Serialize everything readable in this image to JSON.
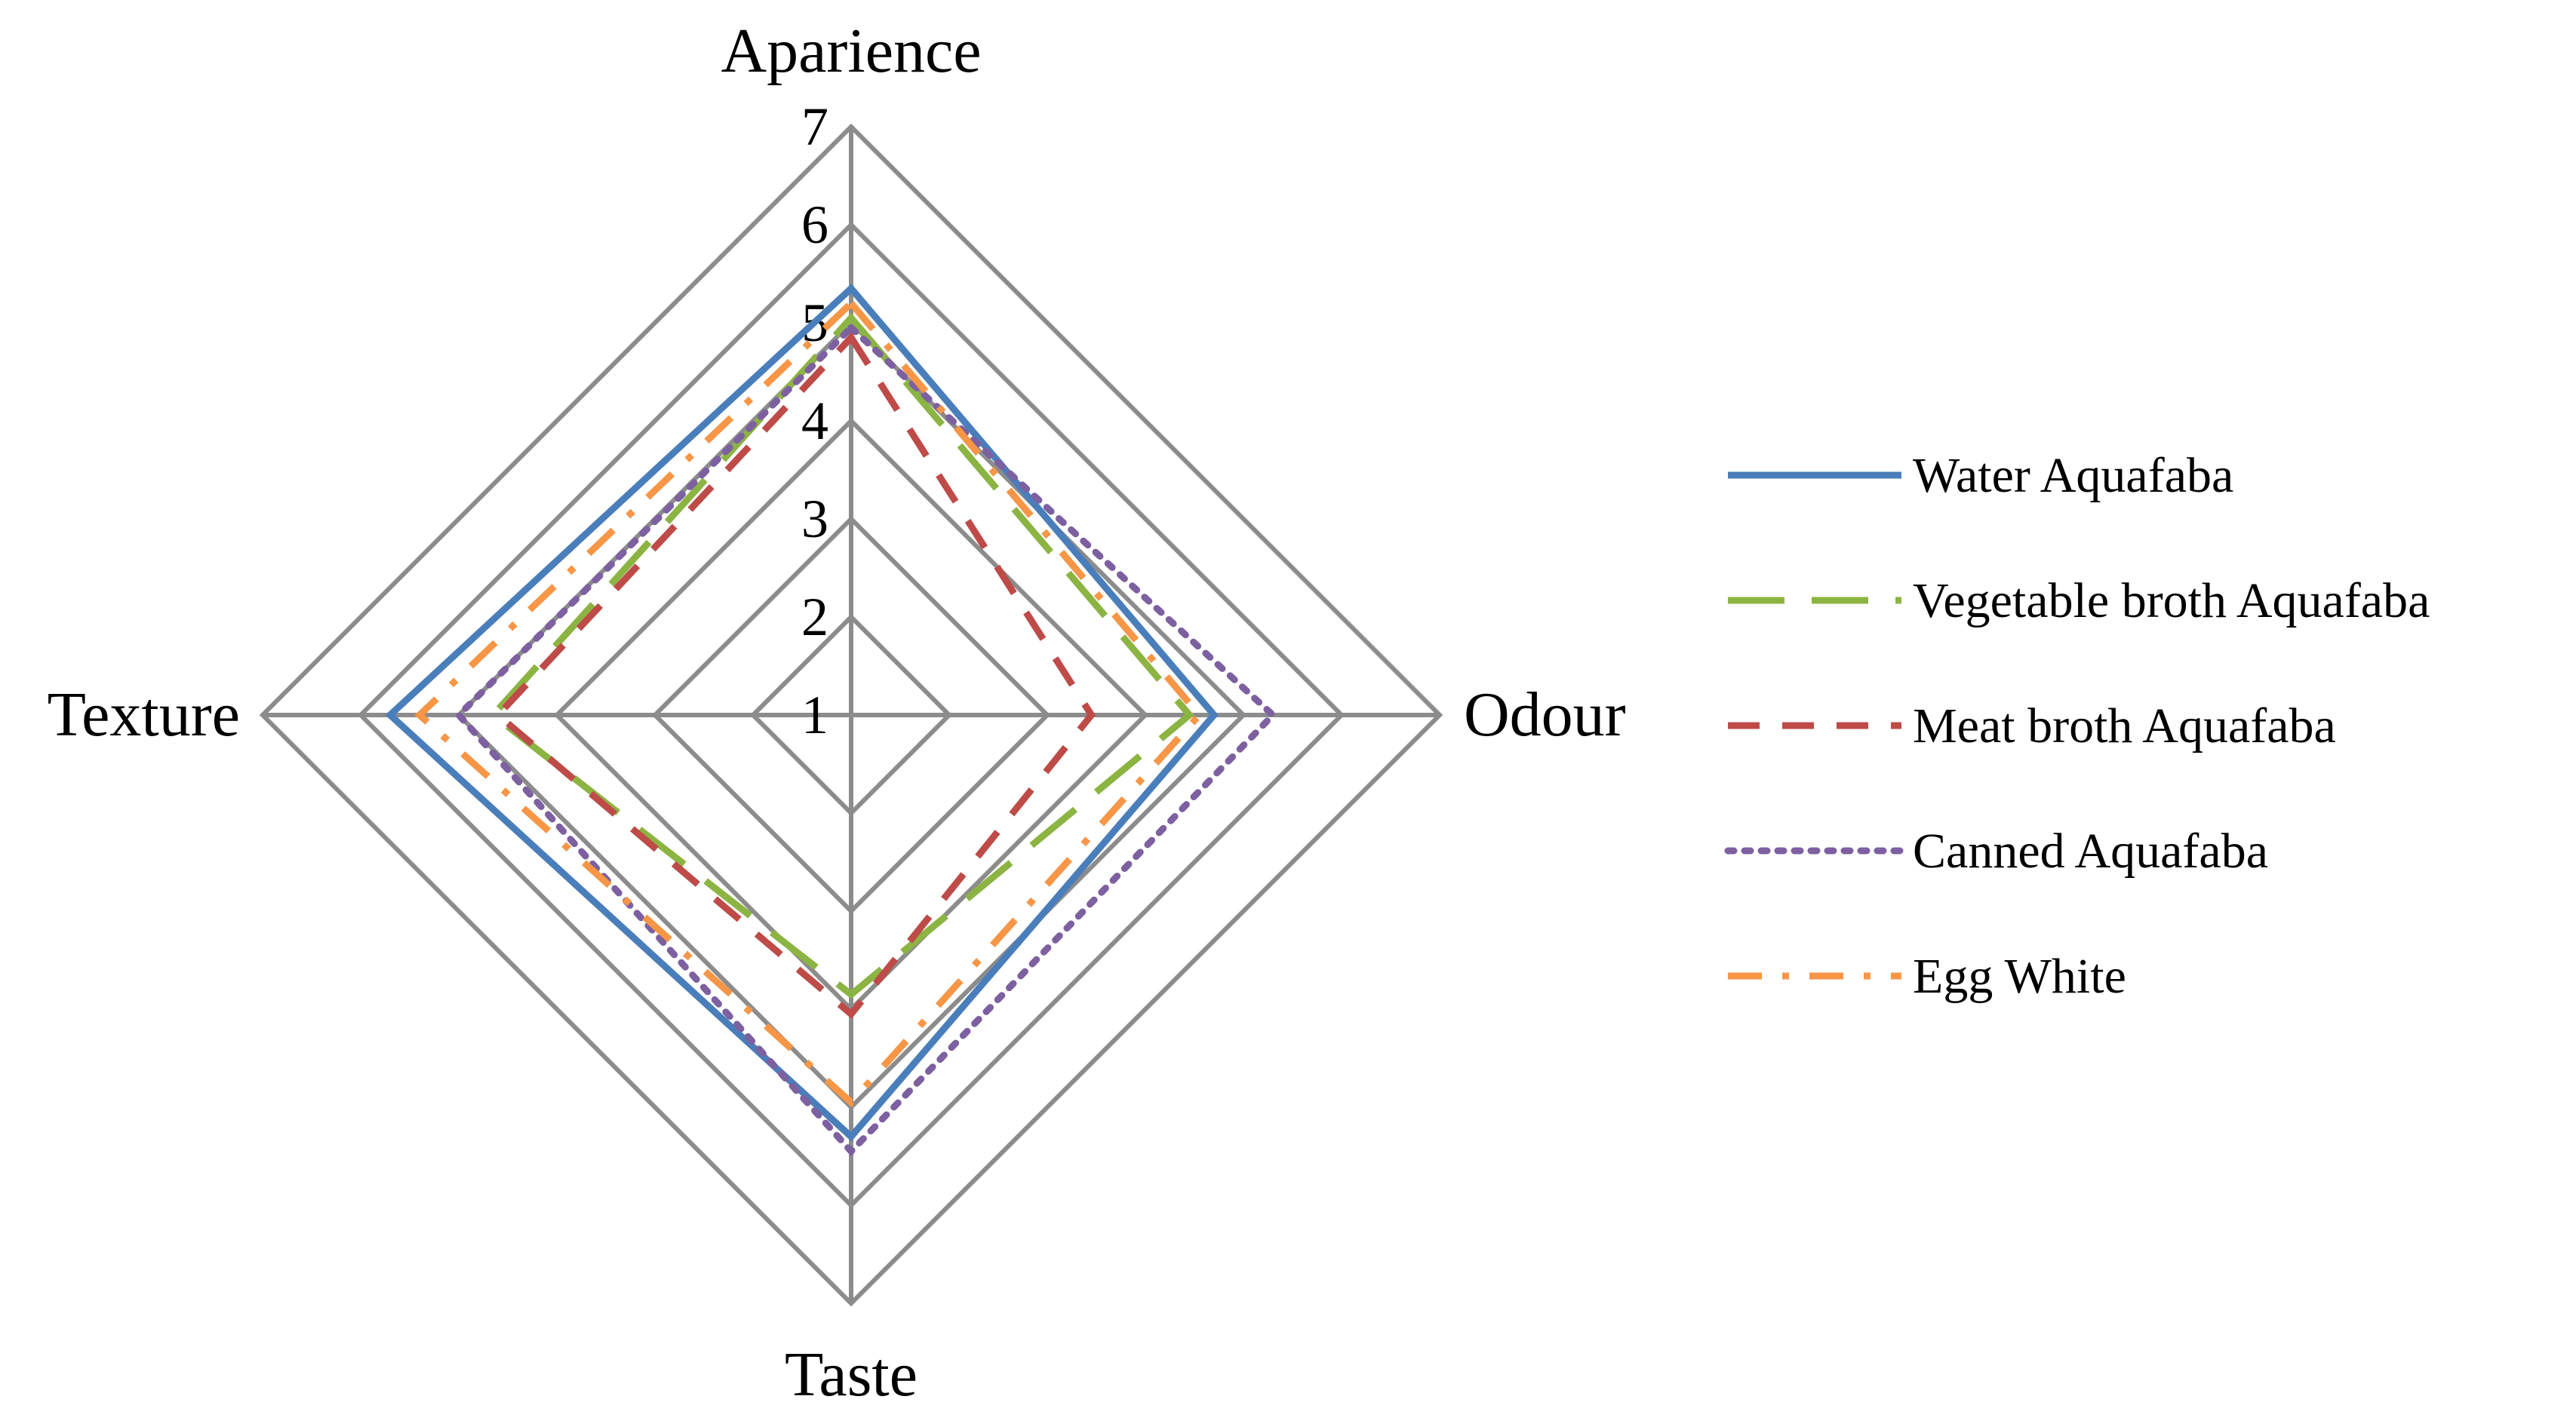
{
  "chart_data": {
    "type": "radar",
    "axes": [
      "Aparience",
      "Odour",
      "Taste",
      "Texture"
    ],
    "rlim": [
      1,
      7
    ],
    "ticks": [
      1,
      2,
      3,
      4,
      5,
      6,
      7
    ],
    "grid": true,
    "legend_position": "right",
    "series": [
      {
        "name": "Water Aquafaba",
        "values": [
          5.35,
          4.7,
          5.3,
          5.7
        ],
        "color": "#4a7ebb",
        "dash": "solid"
      },
      {
        "name": "Vegetable broth Aquafaba",
        "values": [
          5.05,
          4.45,
          3.85,
          4.65
        ],
        "color": "#8cb443",
        "dash": "long-dash"
      },
      {
        "name": "Meat broth Aquafaba",
        "values": [
          4.85,
          3.45,
          4.05,
          4.6
        ],
        "color": "#be4b48",
        "dash": "dash"
      },
      {
        "name": "Canned Aquafaba",
        "values": [
          4.95,
          5.3,
          5.45,
          5.0
        ],
        "color": "#7d60a0",
        "dash": "dot"
      },
      {
        "name": "Egg White",
        "values": [
          5.2,
          4.55,
          4.95,
          5.4
        ],
        "color": "#f79646",
        "dash": "dash-dot"
      }
    ]
  }
}
